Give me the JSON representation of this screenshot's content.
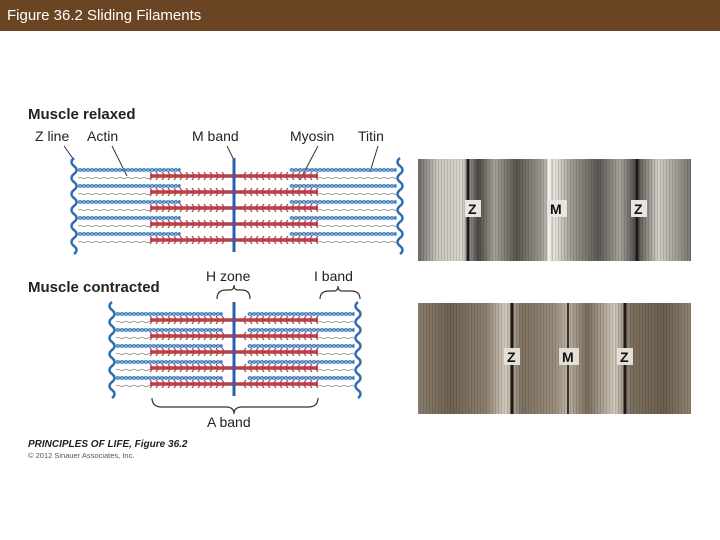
{
  "slide": {
    "title": "Figure 36.2  Sliding Filaments"
  },
  "diagram": {
    "relaxed_heading": "Muscle relaxed",
    "contracted_heading": "Muscle contracted",
    "labels": {
      "z_line": "Z line",
      "actin": "Actin",
      "m_band": "M band",
      "myosin": "Myosin",
      "titin": "Titin",
      "h_zone": "H zone",
      "i_band": "I band",
      "a_band": "A band"
    }
  },
  "micrographs": {
    "relaxed": [
      "Z",
      "M",
      "Z"
    ],
    "contracted": [
      "Z",
      "M",
      "Z"
    ]
  },
  "credit": {
    "book": "PRINCIPLES OF LIFE, Figure 36.2",
    "copyright": "© 2012 Sinauer Associates, Inc."
  },
  "colors": {
    "title_bar": "#6b4423",
    "actin": "#3a7fc0",
    "myosin": "#b5404a",
    "z_line": "#2f6db3",
    "m_band": "#2a5ea8"
  }
}
